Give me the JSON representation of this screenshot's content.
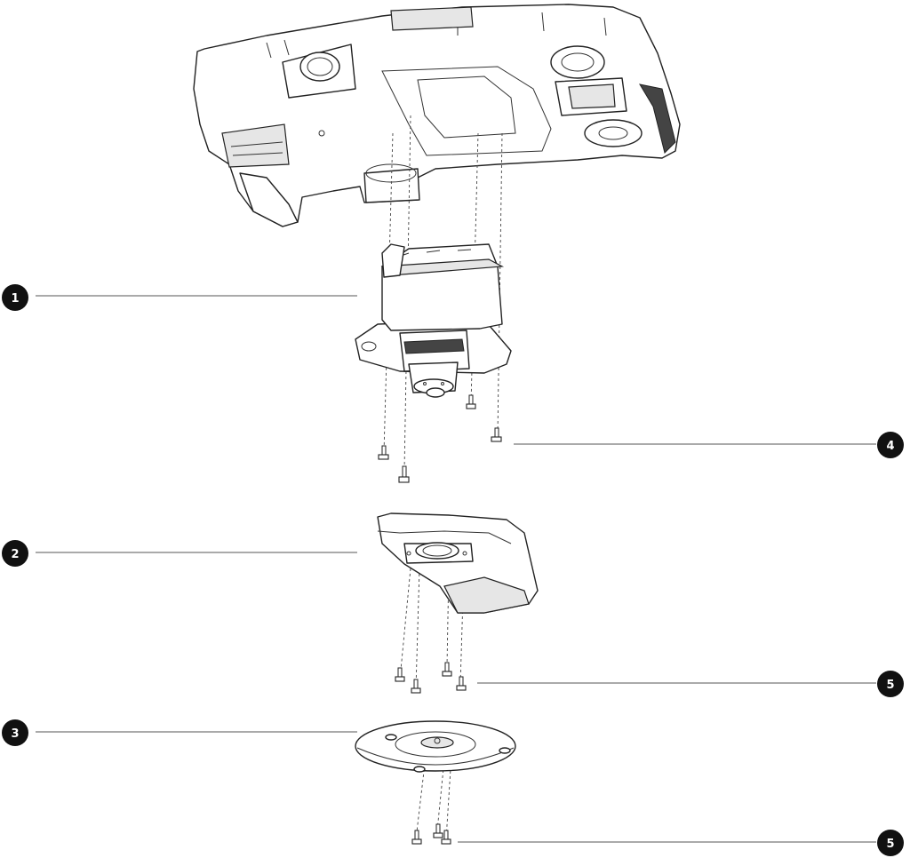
{
  "callouts": [
    {
      "id": "callout-1",
      "label": "1"
    },
    {
      "id": "callout-2",
      "label": "2"
    },
    {
      "id": "callout-3",
      "label": "3"
    },
    {
      "id": "callout-4",
      "label": "4"
    },
    {
      "id": "callout-5a",
      "label": "5"
    },
    {
      "id": "callout-5b",
      "label": "5"
    }
  ],
  "colors": {
    "callout_fill": "#111111",
    "line": "#222222",
    "background": "#ffffff"
  }
}
